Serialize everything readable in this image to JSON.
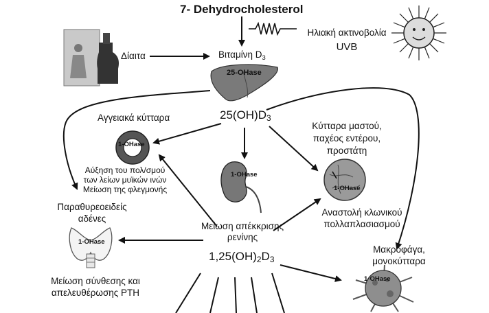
{
  "title": "7- Dehydrocholesterol",
  "sun": {
    "label_line1": "Ηλιακή ακτινοβολία",
    "label_line2": "UVB"
  },
  "diet": {
    "label": "Δίαιτα"
  },
  "vitamin_d3": {
    "text": "Βιταμίνη D",
    "sub": "3"
  },
  "liver": {
    "enzyme": "25-OHase"
  },
  "calcidiol": {
    "text": "25(OH)D",
    "sub": "3"
  },
  "vascular": {
    "title": "Αγγειακά κύτταρα",
    "enzyme": "1-OHase",
    "effect_lines": [
      "Αύξηση του πολ/σμού",
      "των λείων μυϊκών ινών",
      "Μείωση της φλεγμονής"
    ]
  },
  "kidney": {
    "enzyme": "1-OHase",
    "effect_lines": [
      "Μείωση απέκκρισης",
      "ρενίνης"
    ]
  },
  "tissues": {
    "title_lines": [
      "Κύτταρα μαστού,",
      "παχέος εντέρου,",
      "προστάτη"
    ],
    "enzyme": "1-OHase",
    "effect_lines": [
      "Αναστολή κλωνικού",
      "πολλαπλασιασμού"
    ]
  },
  "parathyroid": {
    "title_lines": [
      "Παραθυρεοειδείς",
      "αδένες"
    ],
    "enzyme": "1-OHase",
    "effect_lines": [
      "Μείωση σύνθεσης και",
      "απελευθέρωσης PTH"
    ]
  },
  "calcitriol": {
    "t1": "1,25(OH)",
    "s1": "2",
    "t2": "D",
    "s2": "3"
  },
  "macrophages": {
    "title_lines": [
      "Μακροφάγα,",
      "μονοκύτταρα"
    ],
    "enzyme": "1-OHase"
  }
}
